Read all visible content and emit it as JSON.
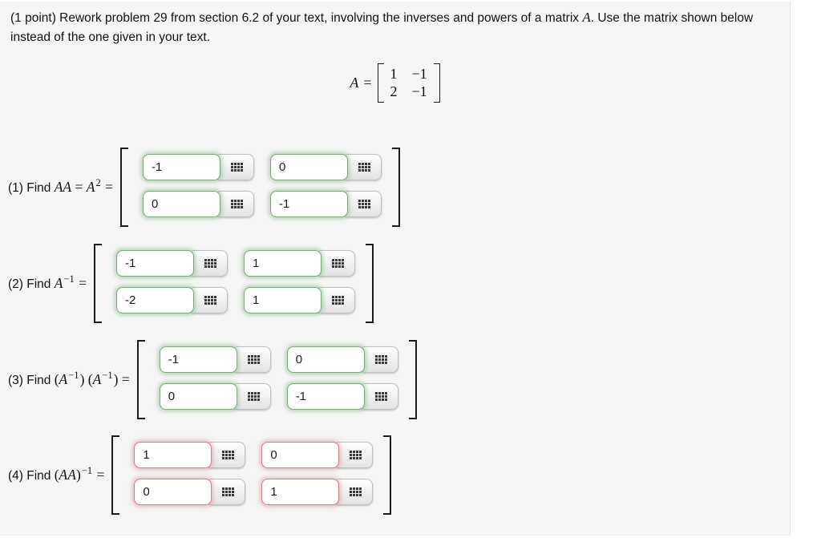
{
  "intro": {
    "line1_before": "(1 point) Rework problem 29 from section 6.2 of your text, involving the inverses and powers of a matrix ",
    "line1_var": "A",
    "line1_after": ". Use the matrix shown below instead of the one given in your text.",
    "full_text": "(1 point) Rework problem 29 from section 6.2 of your text, involving the inverses and powers of a matrix A. Use the matrix shown below instead of the one given in your text."
  },
  "matrix_a": {
    "var": "A",
    "equals": "=",
    "rows": [
      [
        "1",
        "−1"
      ],
      [
        "2",
        "−1"
      ]
    ]
  },
  "questions": [
    {
      "status": "correct",
      "fragments": {
        "prefix": "(1) Find ",
        "m1": "AA",
        "op1": " = ",
        "m2": "A",
        "sup1": "2",
        "op2": " ="
      },
      "cells": [
        {
          "value": "-1"
        },
        {
          "value": "0"
        },
        {
          "value": "0"
        },
        {
          "value": "-1"
        }
      ]
    },
    {
      "status": "correct",
      "fragments": {
        "prefix": "(2) Find ",
        "m1": "A",
        "sup1": "−1",
        "op2": " ="
      },
      "cells": [
        {
          "value": "-1"
        },
        {
          "value": "1"
        },
        {
          "value": "-2"
        },
        {
          "value": "1"
        }
      ]
    },
    {
      "status": "correct",
      "fragments": {
        "prefix": "(3) Find ",
        "p1": "(",
        "m1": "A",
        "sup1": "−1",
        "p2": ") (",
        "m2": "A",
        "sup2": "−1",
        "p3": ")",
        "op2": " ="
      },
      "cells": [
        {
          "value": "-1"
        },
        {
          "value": "0"
        },
        {
          "value": "0"
        },
        {
          "value": "-1"
        }
      ]
    },
    {
      "status": "incorrect",
      "fragments": {
        "prefix": "(4) Find ",
        "p1": "(",
        "m1": "AA",
        "p2": ")",
        "sup1": "−1",
        "op2": " ="
      },
      "cells": [
        {
          "value": "1"
        },
        {
          "value": "0"
        },
        {
          "value": "0"
        },
        {
          "value": "1"
        }
      ]
    }
  ],
  "icons": {
    "matrix_entry_button": "grid-icon"
  },
  "colors": {
    "panel_bg": "#f5f5f5",
    "correct_border": "#7aa87a",
    "incorrect_border": "#cb8383",
    "button_border": "#bfbfbf",
    "text": "#121212"
  }
}
